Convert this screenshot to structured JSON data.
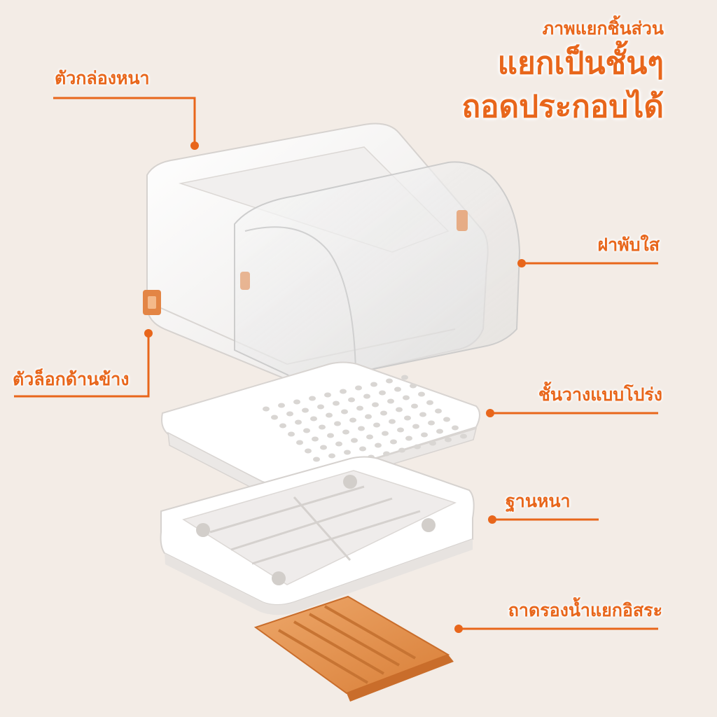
{
  "headline": {
    "small": "ภาพแยกชิ้นส่วน",
    "line1": "แยกเป็นชั้นๆ",
    "line2": "ถอดประกอบได้"
  },
  "labels": {
    "box": "ตัวกล่องหนา",
    "side_lock": "ตัวล็อกด้านข้าง",
    "clear_lid": "ฝาพับใส",
    "rack": "ชั้นวางแบบโปร่ง",
    "base": "ฐานหนา",
    "tray": "ถาดรองน้ำแยกอิสระ"
  },
  "colors": {
    "accent": "#e8661b",
    "background": "#f3ece6",
    "plastic": "#ffffff",
    "tray": "#e39352"
  }
}
